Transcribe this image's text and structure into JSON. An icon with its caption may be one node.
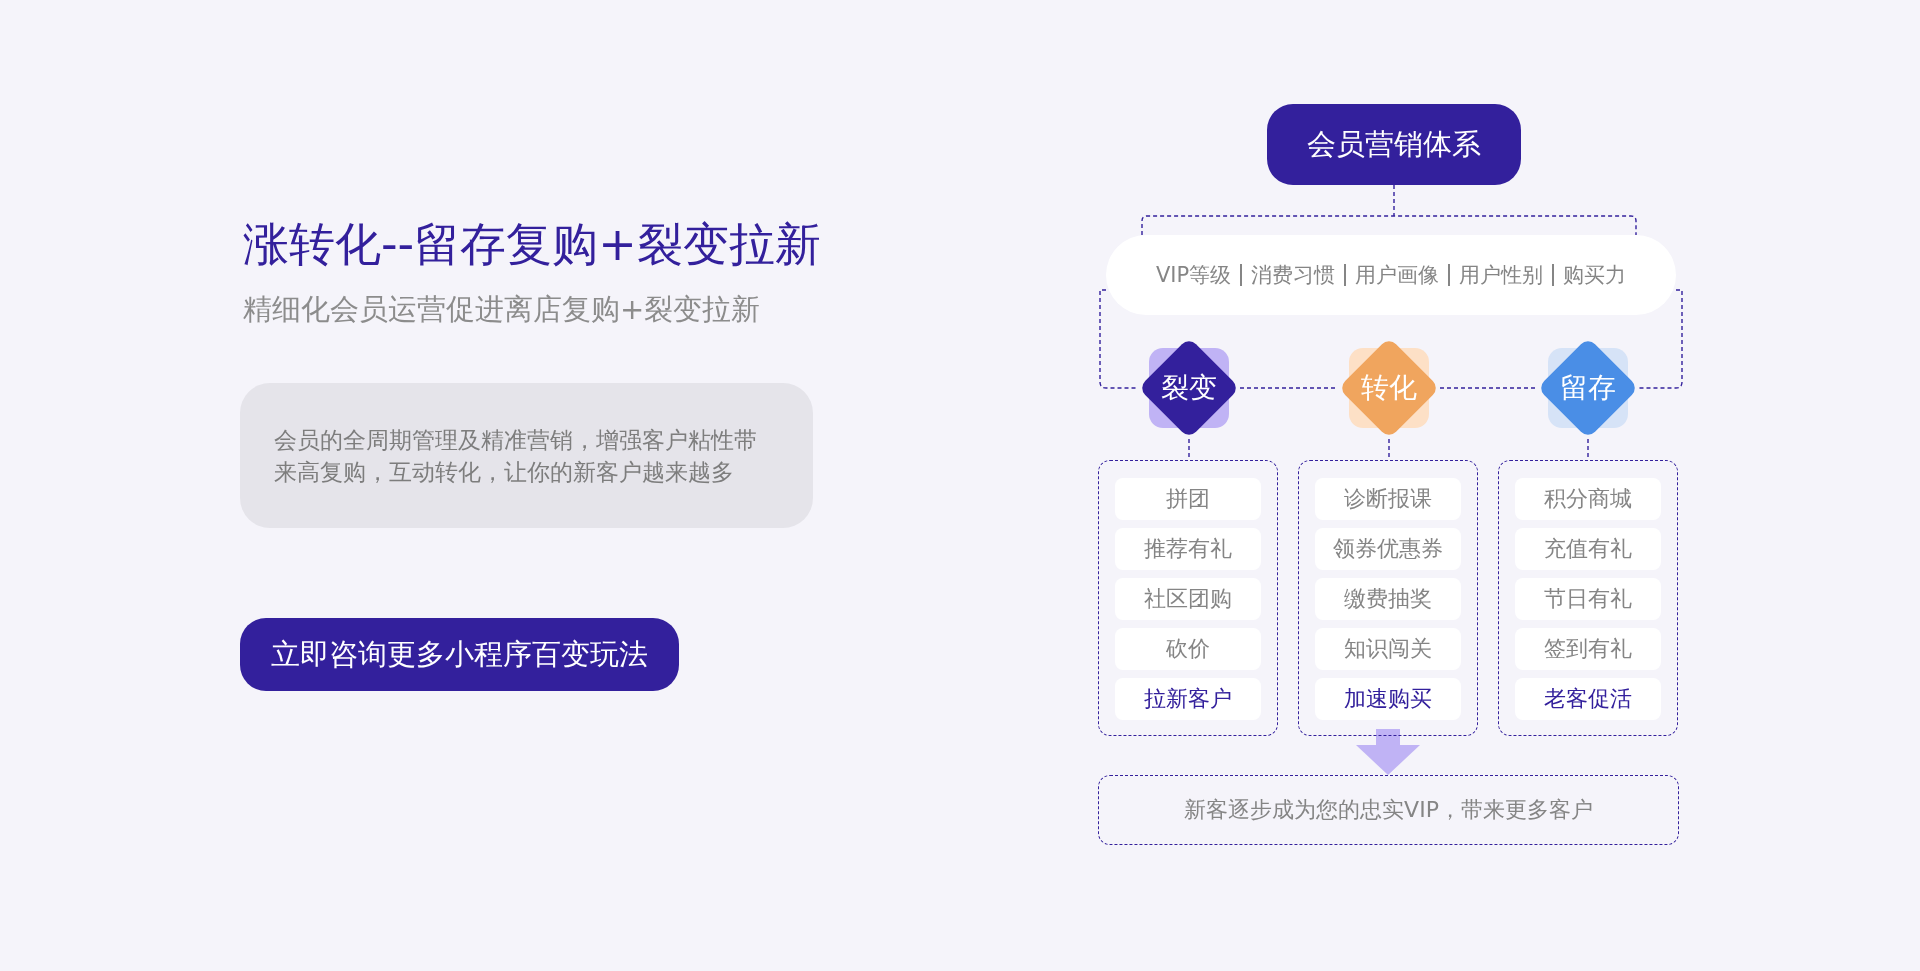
{
  "diagram": {
    "title": "涨转化--留存复购+裂变拉新",
    "nodes": [
      {
        "text": [
          "会员的全周期管理及精准营销，增强客户粘性带来高复购，互动转化，让你的新客户越来越多"
        ]
      },
      {
        "text": [
          "立即咨询更多小程序百变玩法"
        ]
      },
      {
        "text": [
          "会员营销体系"
        ]
      },
      {
        "text": [
          "VIP等级",
          "消费习惯",
          "用户画像",
          "用户性别",
          "购买力"
        ]
      },
      {
        "text": [
          "裂变"
        ]
      },
      {
        "text": [
          "转化"
        ]
      },
      {
        "text": [
          "留存"
        ]
      },
      {
        "text": [],
        "shape": "box"
      },
      {
        "text": [
          "拼团"
        ],
        "in": 7
      },
      {
        "text": [
          "推荐有礼"
        ],
        "in": 7
      },
      {
        "text": [
          "社区团购"
        ],
        "in": 7
      },
      {
        "text": [
          "砍价"
        ],
        "in": 7
      },
      {
        "text": [
          "拉新客户"
        ],
        "in": 7
      },
      {
        "text": [],
        "shape": "box"
      },
      {
        "text": [
          "诊断报课"
        ],
        "in": 13
      },
      {
        "text": [
          "领券优惠券"
        ],
        "in": 13
      },
      {
        "text": [
          "缴费抽奖"
        ],
        "in": 13
      },
      {
        "text": [
          "知识闯关"
        ],
        "in": 13
      },
      {
        "text": [
          "加速购买"
        ],
        "in": 13
      },
      {
        "text": [],
        "shape": "box"
      },
      {
        "text": [
          "积分商城"
        ],
        "in": 19
      },
      {
        "text": [
          "充值有礼"
        ],
        "in": 19
      },
      {
        "text": [
          "节日有礼"
        ],
        "in": 19
      },
      {
        "text": [
          "签到有礼"
        ],
        "in": 19
      },
      {
        "text": [
          "老客促活"
        ],
        "in": 19
      },
      {
        "text": [
          "新客逐步成为您的忠实VIP，带来更多客户"
        ]
      }
    ],
    "edges": [
      {
        "from": 2,
        "to": 3,
        "arrow": "none",
        "style": "dashed"
      },
      {
        "from": 3,
        "to": 4,
        "arrow": "none",
        "style": "dashed"
      },
      {
        "from": 3,
        "to": 6,
        "arrow": "none",
        "style": "dashed"
      },
      {
        "from": 4,
        "to": 5,
        "arrow": "none",
        "style": "dashed"
      },
      {
        "from": 5,
        "to": 6,
        "arrow": "none",
        "style": "dashed"
      },
      {
        "from": 4,
        "to": 7,
        "arrow": "none",
        "style": "dashed"
      },
      {
        "from": 5,
        "to": 13,
        "arrow": "none",
        "style": "dashed"
      },
      {
        "from": 6,
        "to": 19,
        "arrow": "none",
        "style": "dashed"
      },
      {
        "from": 13,
        "to": 25,
        "arrow": "to",
        "style": "thick",
        "color": "#c0b3f5"
      }
    ],
    "labels": [
      "精细化会员运营促进离店复购+裂变拉新"
    ]
  }
}
